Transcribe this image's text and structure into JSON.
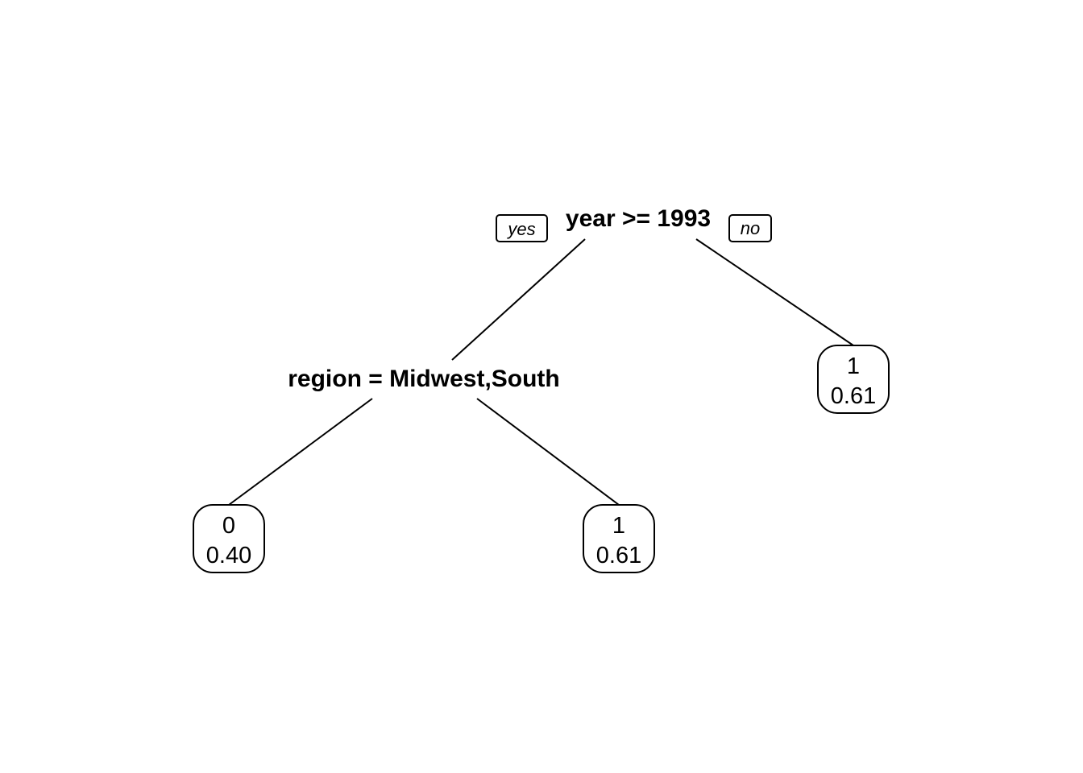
{
  "tree": {
    "root": {
      "split": "year >= 1993",
      "yes_label": "yes",
      "no_label": "no"
    },
    "inner": {
      "split": "region = Midwest,South"
    },
    "leaves": [
      {
        "class": "0",
        "prob": "0.40"
      },
      {
        "class": "1",
        "prob": "0.61"
      },
      {
        "class": "1",
        "prob": "0.61"
      }
    ]
  }
}
